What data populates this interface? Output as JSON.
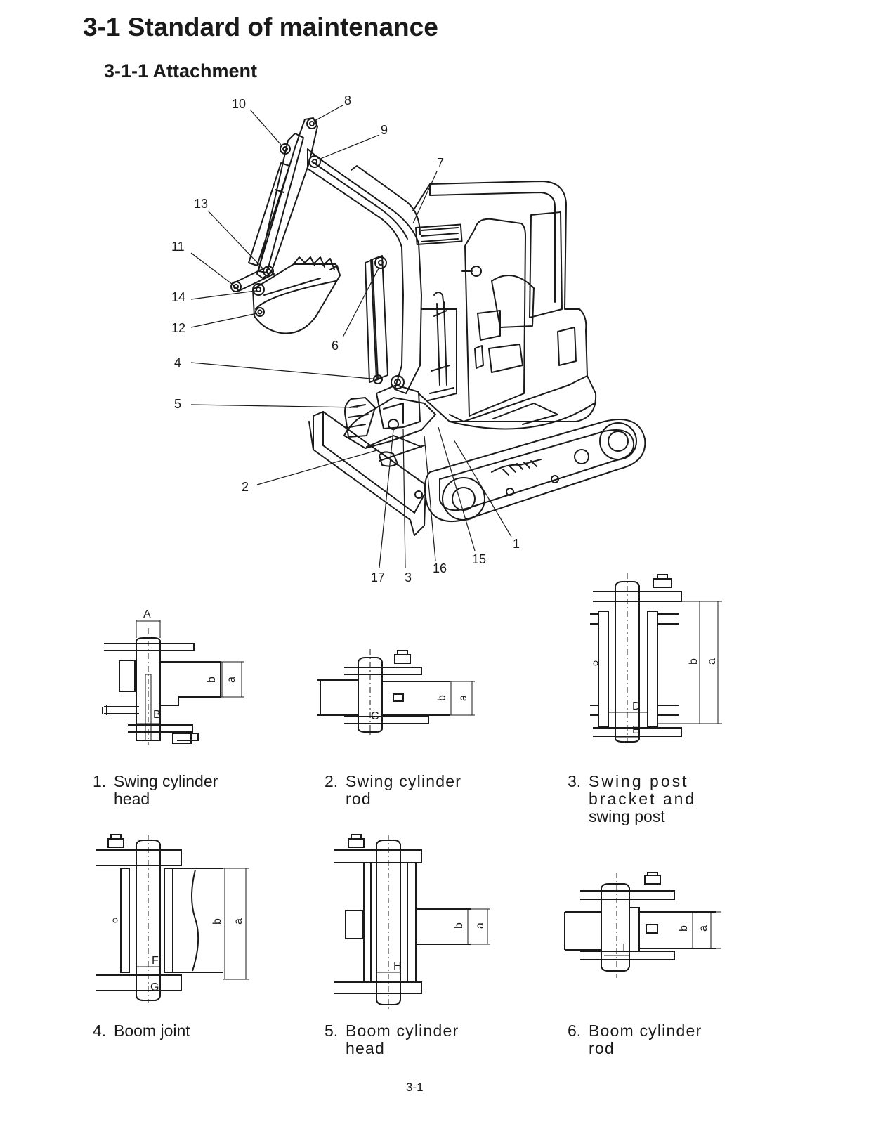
{
  "header": {
    "title": "3-1  Standard of maintenance",
    "subtitle": "3-1-1 Attachment"
  },
  "main_figure": {
    "callouts": [
      "10",
      "8",
      "9",
      "7",
      "13",
      "11",
      "14",
      "12",
      "6",
      "4",
      "5",
      "2",
      "17",
      "3",
      "16",
      "15",
      "1"
    ]
  },
  "detail_figures": [
    {
      "number": "1.",
      "caption_lines": [
        "Swing cylinder",
        "head"
      ],
      "letters": [
        "A",
        "B",
        "b",
        "a"
      ]
    },
    {
      "number": "2.",
      "caption_lines": [
        "Swing cylinder",
        "rod"
      ],
      "letters": [
        "C",
        "b",
        "a"
      ]
    },
    {
      "number": "3.",
      "caption_lines": [
        "Swing post",
        "bracket and",
        "swing post"
      ],
      "letters": [
        "D",
        "E",
        "b",
        "a"
      ]
    },
    {
      "number": "4.",
      "caption_lines": [
        "Boom joint"
      ],
      "letters": [
        "F",
        "G",
        "b",
        "a"
      ]
    },
    {
      "number": "5.",
      "caption_lines": [
        "Boom cylinder",
        "head"
      ],
      "letters": [
        "H",
        "b",
        "a"
      ]
    },
    {
      "number": "6.",
      "caption_lines": [
        "Boom cylinder",
        "rod"
      ],
      "letters": [
        "I",
        "b",
        "a"
      ]
    }
  ],
  "footer": {
    "page_number": "3-1"
  }
}
